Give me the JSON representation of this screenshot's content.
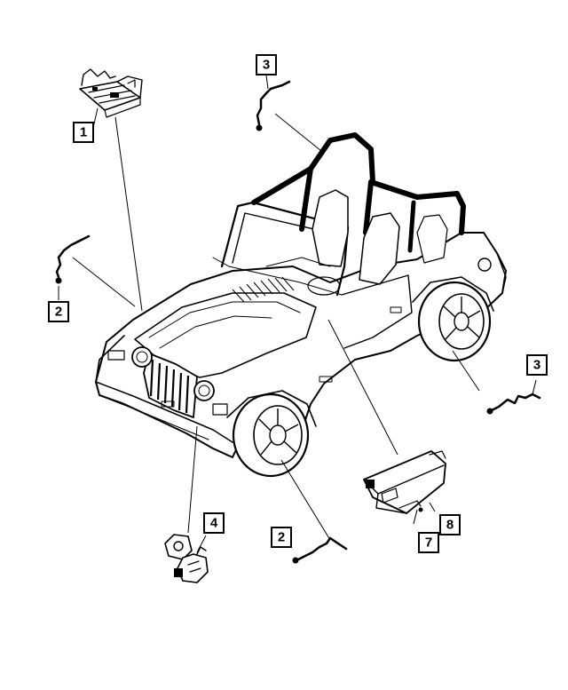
{
  "callouts": [
    {
      "id": "c1",
      "label": "1"
    },
    {
      "id": "c2a",
      "label": "2"
    },
    {
      "id": "c2b",
      "label": "2"
    },
    {
      "id": "c3a",
      "label": "3"
    },
    {
      "id": "c3b",
      "label": "3"
    },
    {
      "id": "c4",
      "label": "4"
    },
    {
      "id": "c7",
      "label": "7"
    },
    {
      "id": "c8",
      "label": "8"
    }
  ],
  "parts": {
    "part1": "bracket-icon",
    "part2": "wiring-harness-icon",
    "part3": "wiring-harness-icon",
    "part4": "sensor-icon",
    "part7": "control-module-icon"
  },
  "colors": {
    "ink": "#000000",
    "background": "#ffffff"
  }
}
